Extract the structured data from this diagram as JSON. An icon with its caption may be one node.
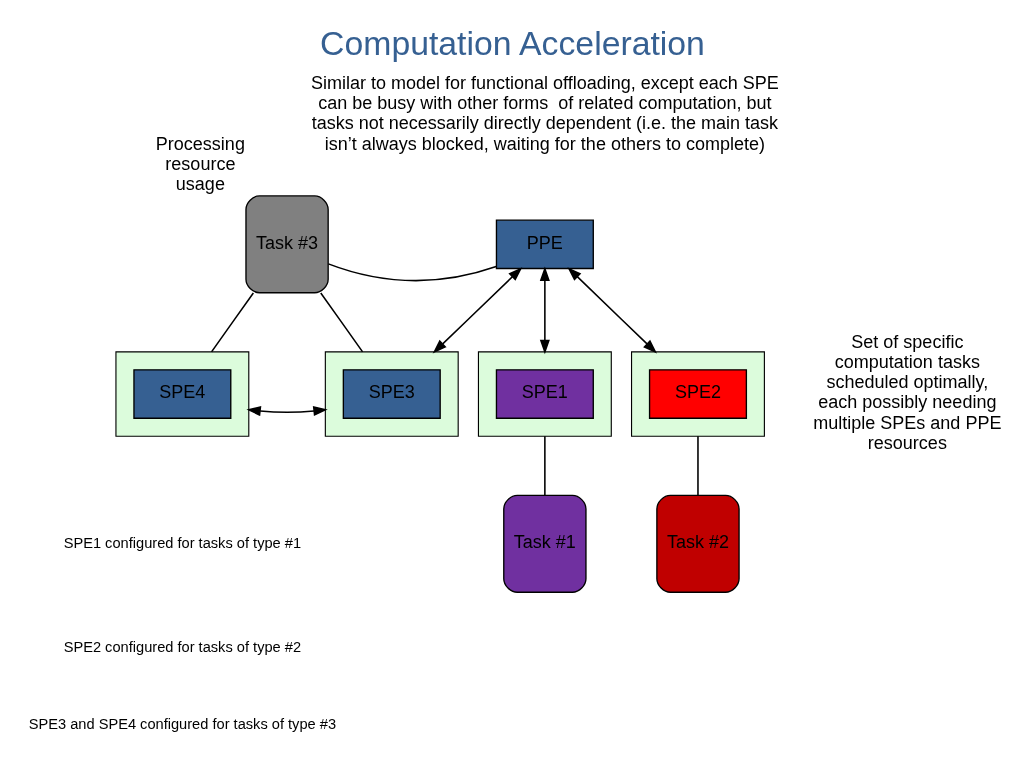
{
  "diagram": {
    "title": "Computation Acceleration",
    "nodes": [
      {
        "text": [
          "PPE"
        ]
      },
      {
        "text": [
          "Task #3"
        ],
        "beside": [
          "Processing resource usage"
        ]
      },
      {
        "text": [],
        "shape": "box"
      },
      {
        "text": [
          "SPE1"
        ],
        "in": 2
      },
      {
        "text": [],
        "shape": "box"
      },
      {
        "text": [
          "SPE2"
        ],
        "in": 4
      },
      {
        "text": [],
        "shape": "box"
      },
      {
        "text": [
          "SPE3"
        ],
        "in": 6
      },
      {
        "text": [],
        "shape": "box"
      },
      {
        "text": [
          "SPE4"
        ],
        "in": 8
      },
      {
        "text": [
          "Task #1"
        ]
      },
      {
        "text": [
          "Task #2"
        ]
      }
    ],
    "edges": [
      {
        "from": 0,
        "to": 2,
        "arrow": "both"
      },
      {
        "from": 0,
        "to": 4,
        "arrow": "both"
      },
      {
        "from": 0,
        "to": 6,
        "arrow": "both"
      },
      {
        "from": 1,
        "to": 0,
        "arrow": "none"
      },
      {
        "from": 1,
        "to": 6,
        "arrow": "none"
      },
      {
        "from": 1,
        "to": 8,
        "arrow": "none"
      },
      {
        "from": 6,
        "to": 8,
        "arrow": "both"
      },
      {
        "from": 2,
        "to": 10,
        "arrow": "none"
      },
      {
        "from": 4,
        "to": 11,
        "arrow": "none"
      }
    ],
    "labels": [
      "Similar to model for functional offloading, except each SPE  can be busy with other forms  of related computation, but tasks not necessarily directly dependent (i.e. the main task isn’t always blocked, waiting for the others to complete)",
      "Set of specific computation tasks scheduled optimally, each possibly needing multiple SPEs and PPE resources",
      "SPE1 configured for tasks of type #1",
      "SPE2 configured for tasks of type #2",
      "SPE3 and SPE4 configured for tasks of type #3"
    ]
  }
}
